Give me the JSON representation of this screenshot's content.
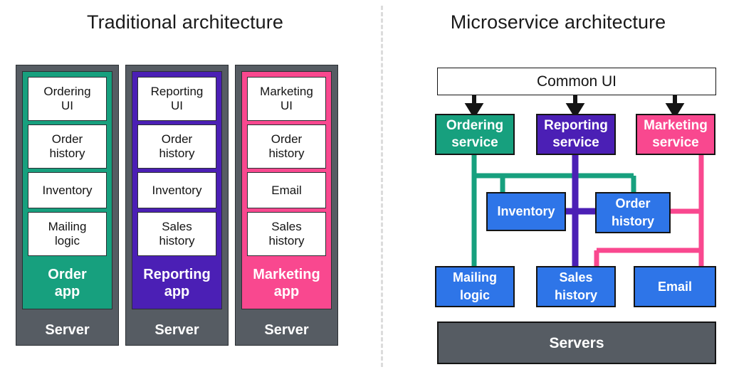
{
  "left_panel": {
    "title": "Traditional architecture",
    "columns": [
      {
        "app_label": "Order\napp",
        "app_label_line1": "Order",
        "app_label_line2": "app",
        "color": "#17a07e",
        "server_label": "Server",
        "modules": [
          "Ordering\nUI",
          "Order\nhistory",
          "Inventory",
          "Mailing\nlogic"
        ],
        "module_lines": [
          [
            "Ordering",
            "UI"
          ],
          [
            "Order",
            "history"
          ],
          [
            "Inventory",
            ""
          ],
          [
            "Mailing",
            "logic"
          ]
        ]
      },
      {
        "app_label": "Reporting\napp",
        "app_label_line1": "Reporting",
        "app_label_line2": "app",
        "color": "#4b1fb5",
        "server_label": "Server",
        "modules": [
          "Reporting\nUI",
          "Order\nhistory",
          "Inventory",
          "Sales\nhistory"
        ],
        "module_lines": [
          [
            "Reporting",
            "UI"
          ],
          [
            "Order",
            "history"
          ],
          [
            "Inventory",
            ""
          ],
          [
            "Sales",
            "history"
          ]
        ]
      },
      {
        "app_label": "Marketing\napp",
        "app_label_line1": "Marketing",
        "app_label_line2": "app",
        "color": "#f9488f",
        "server_label": "Server",
        "modules": [
          "Marketing\nUI",
          "Order\nhistory",
          "Email",
          "Sales\nhistory"
        ],
        "module_lines": [
          [
            "Marketing",
            "UI"
          ],
          [
            "Order",
            "history"
          ],
          [
            "Email",
            ""
          ],
          [
            "Sales",
            "history"
          ]
        ]
      }
    ]
  },
  "right_panel": {
    "title": "Microservice architecture",
    "common_ui": "Common UI",
    "services": [
      {
        "line1": "Ordering",
        "line2": "service",
        "color": "#17a07e"
      },
      {
        "line1": "Reporting",
        "line2": "service",
        "color": "#4b1fb5"
      },
      {
        "line1": "Marketing",
        "line2": "service",
        "color": "#f9488f"
      }
    ],
    "data_stores_mid": [
      {
        "line1": "Inventory",
        "line2": ""
      },
      {
        "line1": "Order",
        "line2": "history"
      }
    ],
    "data_stores_bottom": [
      {
        "line1": "Mailing",
        "line2": "logic"
      },
      {
        "line1": "Sales",
        "line2": "history"
      },
      {
        "line1": "Email",
        "line2": ""
      }
    ],
    "servers_label": "Servers",
    "data_box_color": "#2e75e8"
  },
  "colors": {
    "green": "#17a07e",
    "purple": "#4b1fb5",
    "pink": "#f9488f",
    "blue": "#2e75e8",
    "server_gray": "#565c63",
    "outline": "#141414",
    "divider": "#dcdcdc",
    "background": "#ffffff"
  }
}
